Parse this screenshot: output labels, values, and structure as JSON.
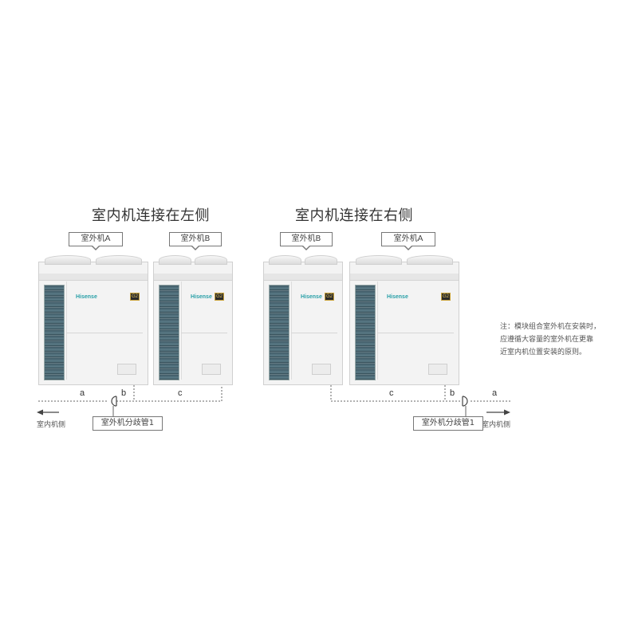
{
  "left": {
    "title": "室内机连接在左侧",
    "unit_a": "室外机A",
    "unit_b": "室外机B",
    "pipe_a": "a",
    "pipe_b": "b",
    "pipe_c": "c",
    "indoor_side": "室内机侧",
    "branch": "室外机分歧管1"
  },
  "right": {
    "title": "室内机连接在右侧",
    "unit_b": "室外机B",
    "unit_a": "室外机A",
    "pipe_c": "c",
    "pipe_b": "b",
    "pipe_a": "a",
    "branch": "室外机分歧管1",
    "indoor_side": "室内机侧"
  },
  "unit": {
    "brand": "Hisense",
    "badge": "G2"
  },
  "note": {
    "line1": "注：模块组合室外机在安装时，",
    "line2": "应遵循大容量的室外机在更靠",
    "line3": "近室内机位置安装的原则。"
  }
}
